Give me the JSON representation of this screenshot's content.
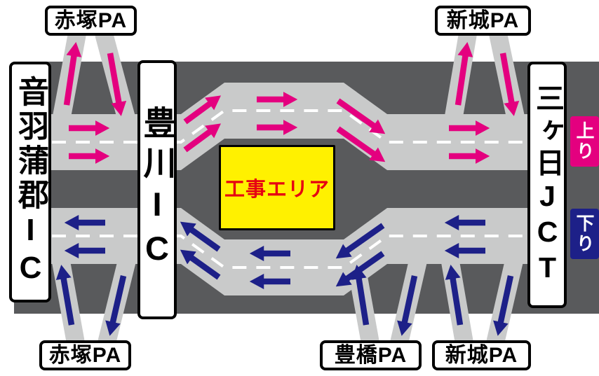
{
  "labels": {
    "ic_left": "音羽蒲郡IC",
    "ic_middle": "豊川IC",
    "jct_right": "三ヶ日JCT",
    "pa_top_left": "赤塚PA",
    "pa_top_right": "新城PA",
    "pa_bottom_left": "赤塚PA",
    "pa_bottom_center": "豊橋PA",
    "pa_bottom_right": "新城PA",
    "construction_area": "工事エリア",
    "direction_up": "上り",
    "direction_down": "下り"
  },
  "colors": {
    "up_direction_arrow": "#e4007f",
    "down_direction_arrow": "#1d2088",
    "construction_bg": "#fff100",
    "construction_text": "#e60012",
    "road_surface": "#c9caca",
    "road_band": "#595a5c",
    "lane_line": "#ffffff"
  }
}
